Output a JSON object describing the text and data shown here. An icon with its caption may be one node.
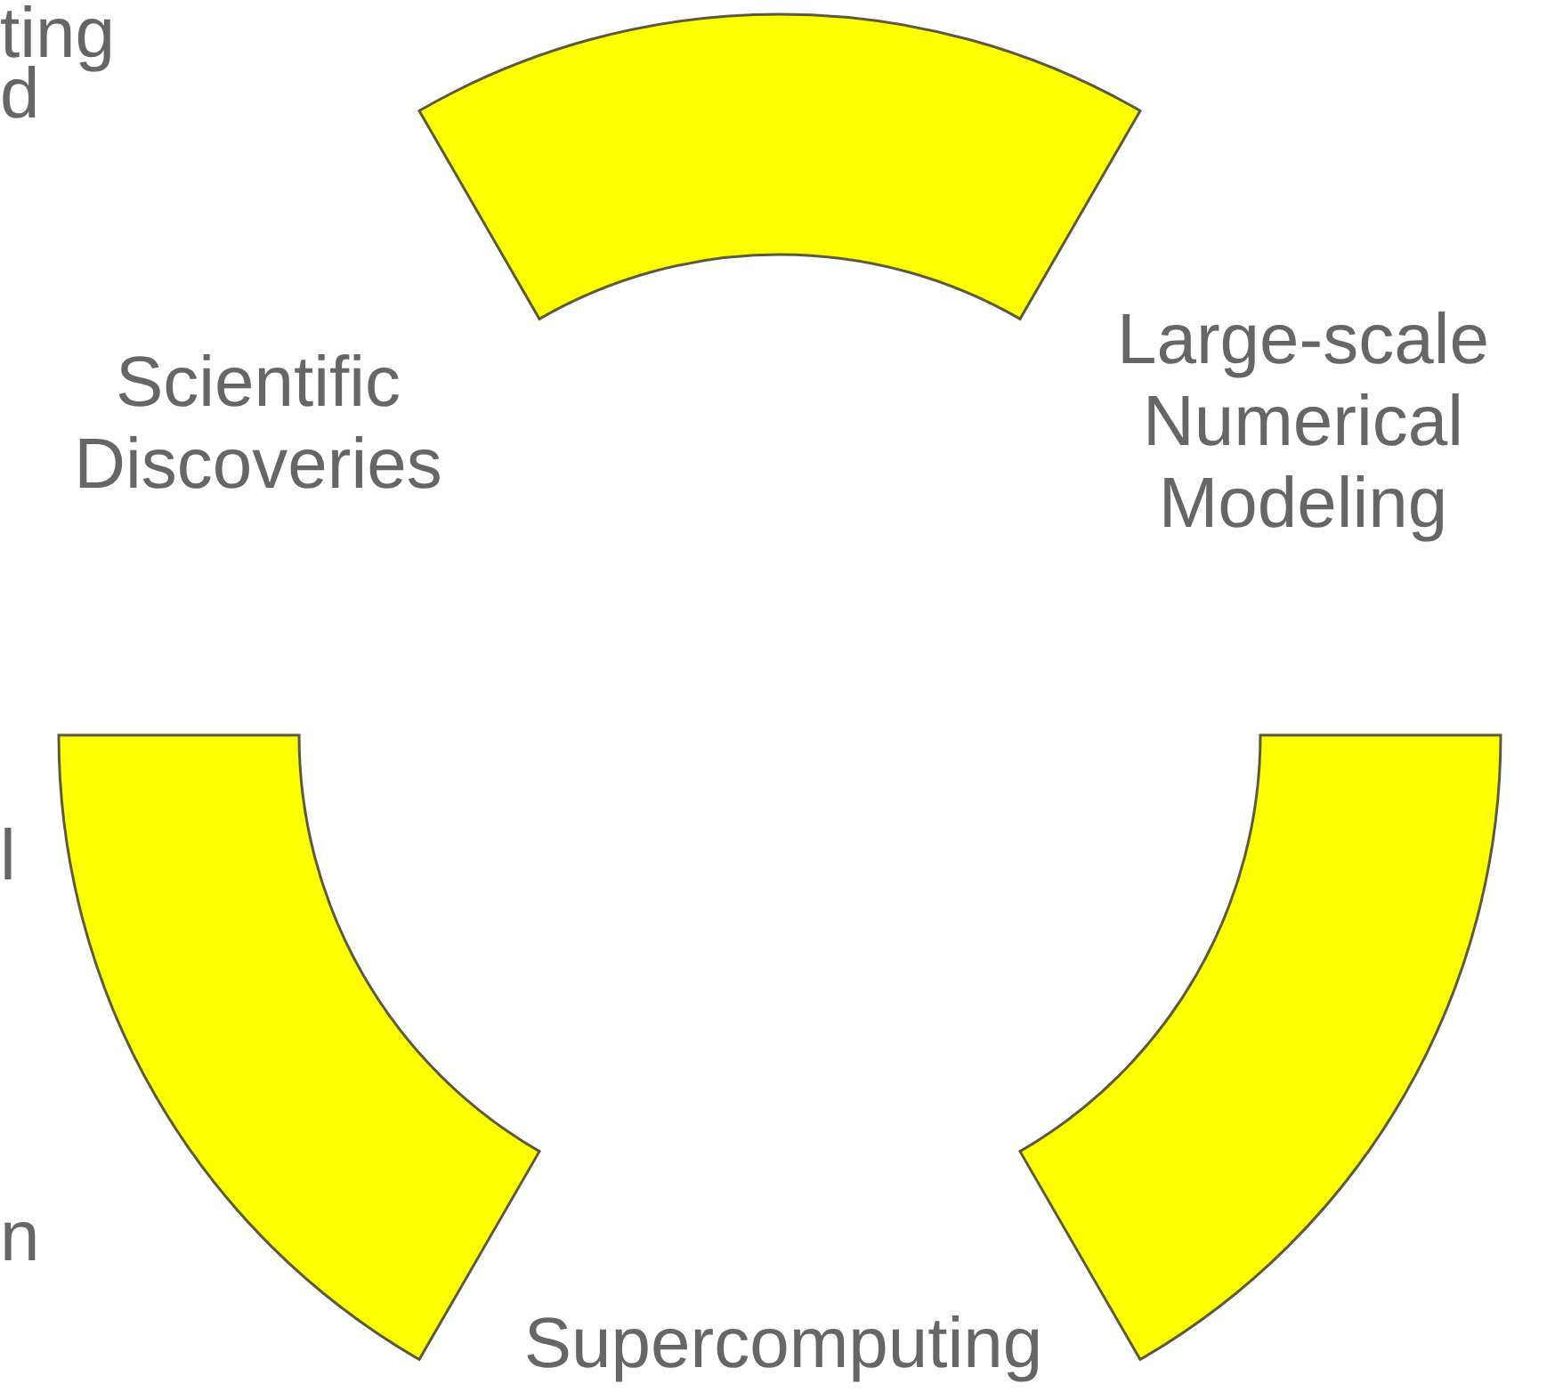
{
  "diagram": {
    "nodes": [
      {
        "text": [],
        "shape": "arc"
      },
      {
        "text": [
          "Scientific Discoveries"
        ]
      },
      {
        "text": [
          "Large-scale Numerical Modeling"
        ]
      },
      {
        "text": [],
        "shape": "arc"
      },
      {
        "text": [],
        "shape": "arc"
      },
      {
        "text": [
          "Supercomputing"
        ]
      }
    ],
    "labels": [
      "ting",
      "d",
      "l",
      "n"
    ]
  }
}
